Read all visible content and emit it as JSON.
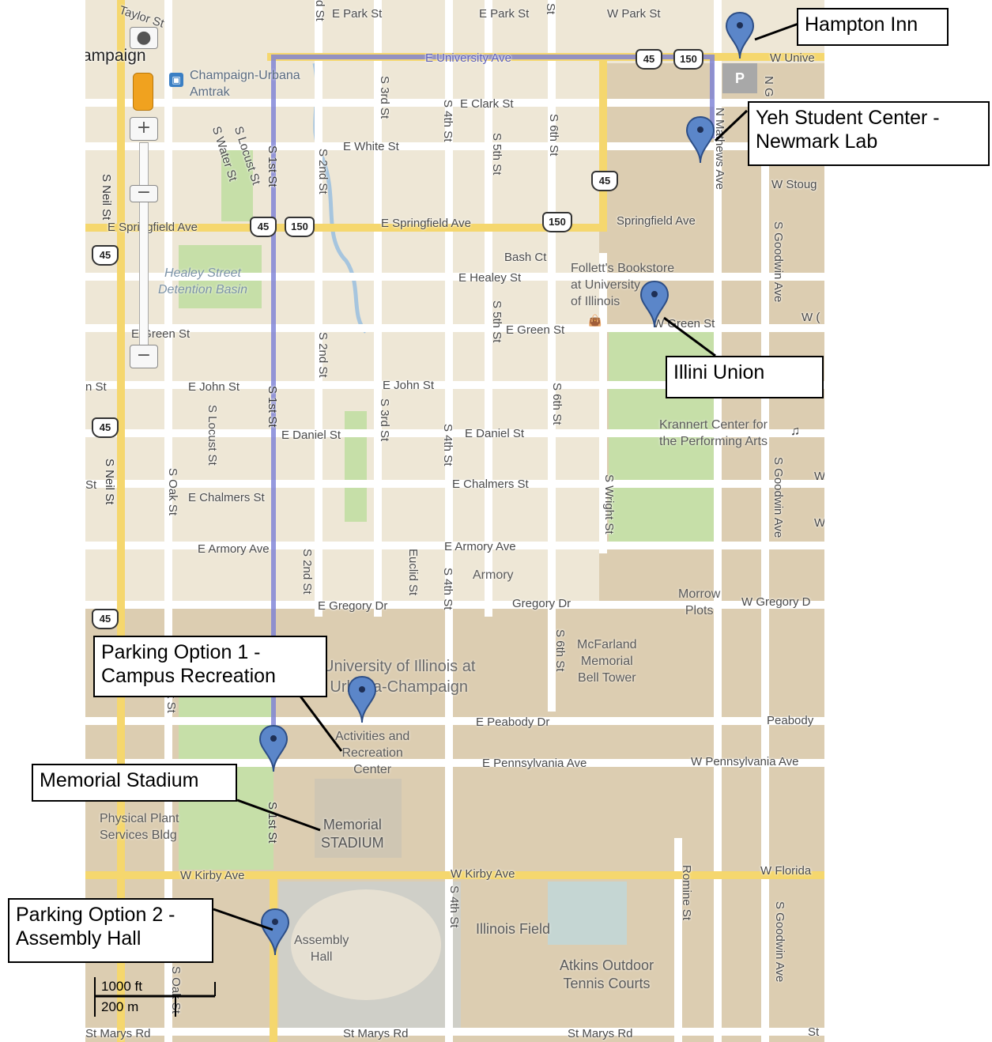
{
  "map": {
    "streets": {
      "taylor": "Taylor St",
      "park_e1": "E Park St",
      "park_e2": "E Park St",
      "park_w": "W Park St",
      "park_st_d": "d St",
      "park_st_h": "St",
      "university_e": "E University Ave",
      "university_w": "W Unive",
      "clark": "E Clark St",
      "white": "E White St",
      "stoughton": "W Stoug",
      "springfield_e1": "E Springfield Ave",
      "springfield_e2": "E Springfield Ave",
      "springfield_w": "Springfield Ave",
      "healey": "E Healey St",
      "bash": "Bash Ct",
      "green_e1": "E Green St",
      "green_e2": "E Green St",
      "green_w": "W Green St",
      "green_wc": "W (",
      "john_n": "n St",
      "john_e1": "E John St",
      "john_e2": "E John St",
      "daniel_e1": "E Daniel St",
      "daniel_e2": "E Daniel St",
      "chalmers_e1": "E Chalmers St",
      "chalmers_e2": "E Chalmers St",
      "chalmers_st": "St",
      "chalmers_w": "W",
      "armory_e1": "E Armory Ave",
      "armory_e2": "E Armory Ave",
      "armory_w": "W",
      "gregory_e": "E Gregory Dr",
      "gregory": "Gregory Dr",
      "gregory_w": "W Gregory D",
      "peabody_e": "E Peabody Dr",
      "peabody": "Peabody",
      "pennsylvania_e": "E Pennsylvania Ave",
      "pennsylvania_w": "W Pennsylvania Ave",
      "kirby_w1": "W Kirby Ave",
      "kirby_w2": "W Kirby Ave",
      "florida_w": "W Florida",
      "stmarys_1": "St Marys Rd",
      "stmarys_2": "St Marys Rd",
      "stmarys_3": "St Marys Rd",
      "stmarys_4": "St",
      "neil_1": "S Neil St",
      "neil_2": "S Neil St",
      "water": "S Water St",
      "locust_1": "S Locust St",
      "locust_2": "S Locust St",
      "first_1": "S 1st St",
      "first_2": "S 1st St",
      "first_3": "S 1st St",
      "second_1": "S 2nd St",
      "second_2": "S 2nd St",
      "second_3": "S 2nd St",
      "third_1": "S 3rd St",
      "third_2": "S 3rd St",
      "fourth_1": "S 4th St",
      "fourth_2": "S 4th St",
      "fourth_3": "S 4th St",
      "fourth_4": "S 4th St",
      "fifth_1": "S 5th St",
      "fifth_2": "S 5th St",
      "sixth_1": "S 6th St",
      "sixth_2": "S 6th St",
      "sixth_3": "S 6th St",
      "wright": "S Wright St",
      "mathews": "N Mathews Ave",
      "goodwin_n": "N G",
      "goodwin_1": "S Goodwin Ave",
      "goodwin_2": "S Goodwin Ave",
      "goodwin_3": "S Goodwin Ave",
      "oak_1": "S Oak St",
      "oak_2": "Oak St",
      "oak_3": "S Oak St",
      "euclid": "Euclid St",
      "romine": "Romine St",
      "champaign": "ampaign"
    },
    "shields": [
      "45",
      "150",
      "45",
      "45",
      "150",
      "150",
      "45",
      "45",
      "45"
    ],
    "places": {
      "amtrak": "Champaign-Urbana\nAmtrak",
      "healey_basin": "Healey Street\nDetention Basin",
      "folletts": "Follett's Bookstore\nat University\nof Illinois",
      "krannert": "Krannert Center for\nthe Performing Arts",
      "armory": "Armory",
      "morrow": "Morrow\nPlots",
      "mcfarland": "McFarland\nMemorial\nBell Tower",
      "uiuc": "University of Illinois at\nUrbana-Champaign",
      "arc": "Activities and\nRecreation\nCenter",
      "memorial": "Memorial\nSTADIUM",
      "physical_plant": "Physical Plant\nServices Bldg",
      "assembly": "Assembly\nHall",
      "illinois_field": "Illinois Field",
      "atkins": "Atkins Outdoor\nTennis Courts",
      "parking_p": "P"
    },
    "callouts": {
      "hampton": "Hampton Inn",
      "yeh": "Yeh Student Center -\nNewmark Lab",
      "illini": "Illini Union",
      "parking1": "Parking Option 1 -\nCampus Recreation",
      "memorial": "Memorial Stadium",
      "parking2": "Parking Option 2 -\nAssembly Hall"
    },
    "scale": {
      "ft": "1000 ft",
      "m": "200 m"
    },
    "zoom": {
      "in": "+",
      "out": "−"
    },
    "colors": {
      "route": "#7b7fd6",
      "major_road": "#f5d76e",
      "pin": "#5b86c9",
      "green": "#c6dfa8"
    }
  }
}
